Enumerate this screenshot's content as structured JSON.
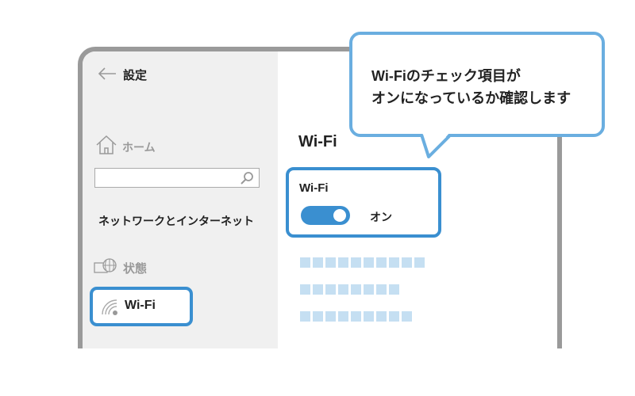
{
  "sidebar": {
    "back_label": "設定",
    "home_label": "ホーム",
    "search_placeholder": "",
    "section_label": "ネットワークとインターネット",
    "status_label": "状態",
    "wifi_label": "Wi-Fi"
  },
  "main": {
    "title": "Wi-Fi",
    "card_title": "Wi-Fi",
    "toggle_state": "オン",
    "toggle_on": true
  },
  "callout": {
    "line1": "Wi-Fiのチェック項目が",
    "line2": "オンになっているか確認します"
  },
  "colors": {
    "accent": "#3a8fd0",
    "callout_border": "#6aaee0",
    "placeholder": "#c5dff2",
    "frame": "#9a9a9a",
    "sidebar_bg": "#f0f0f0"
  }
}
